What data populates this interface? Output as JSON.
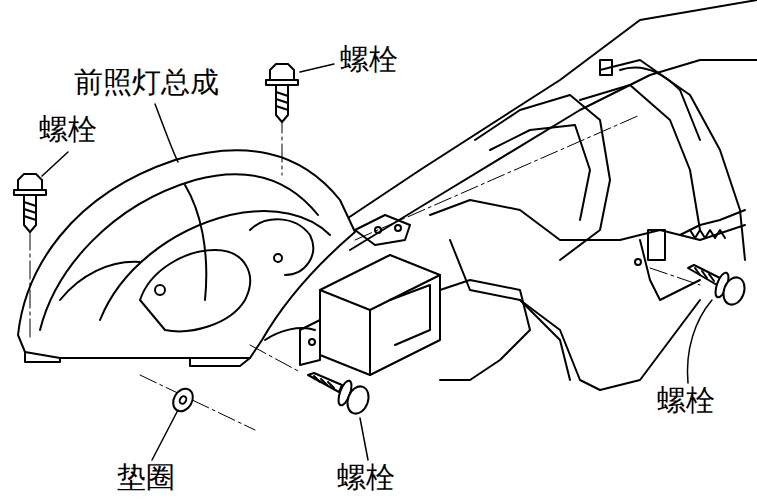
{
  "diagram": {
    "labels": [
      "螺栓",
      "前照灯总成",
      "螺栓",
      "螺栓",
      "垫圈",
      "螺栓"
    ]
  }
}
